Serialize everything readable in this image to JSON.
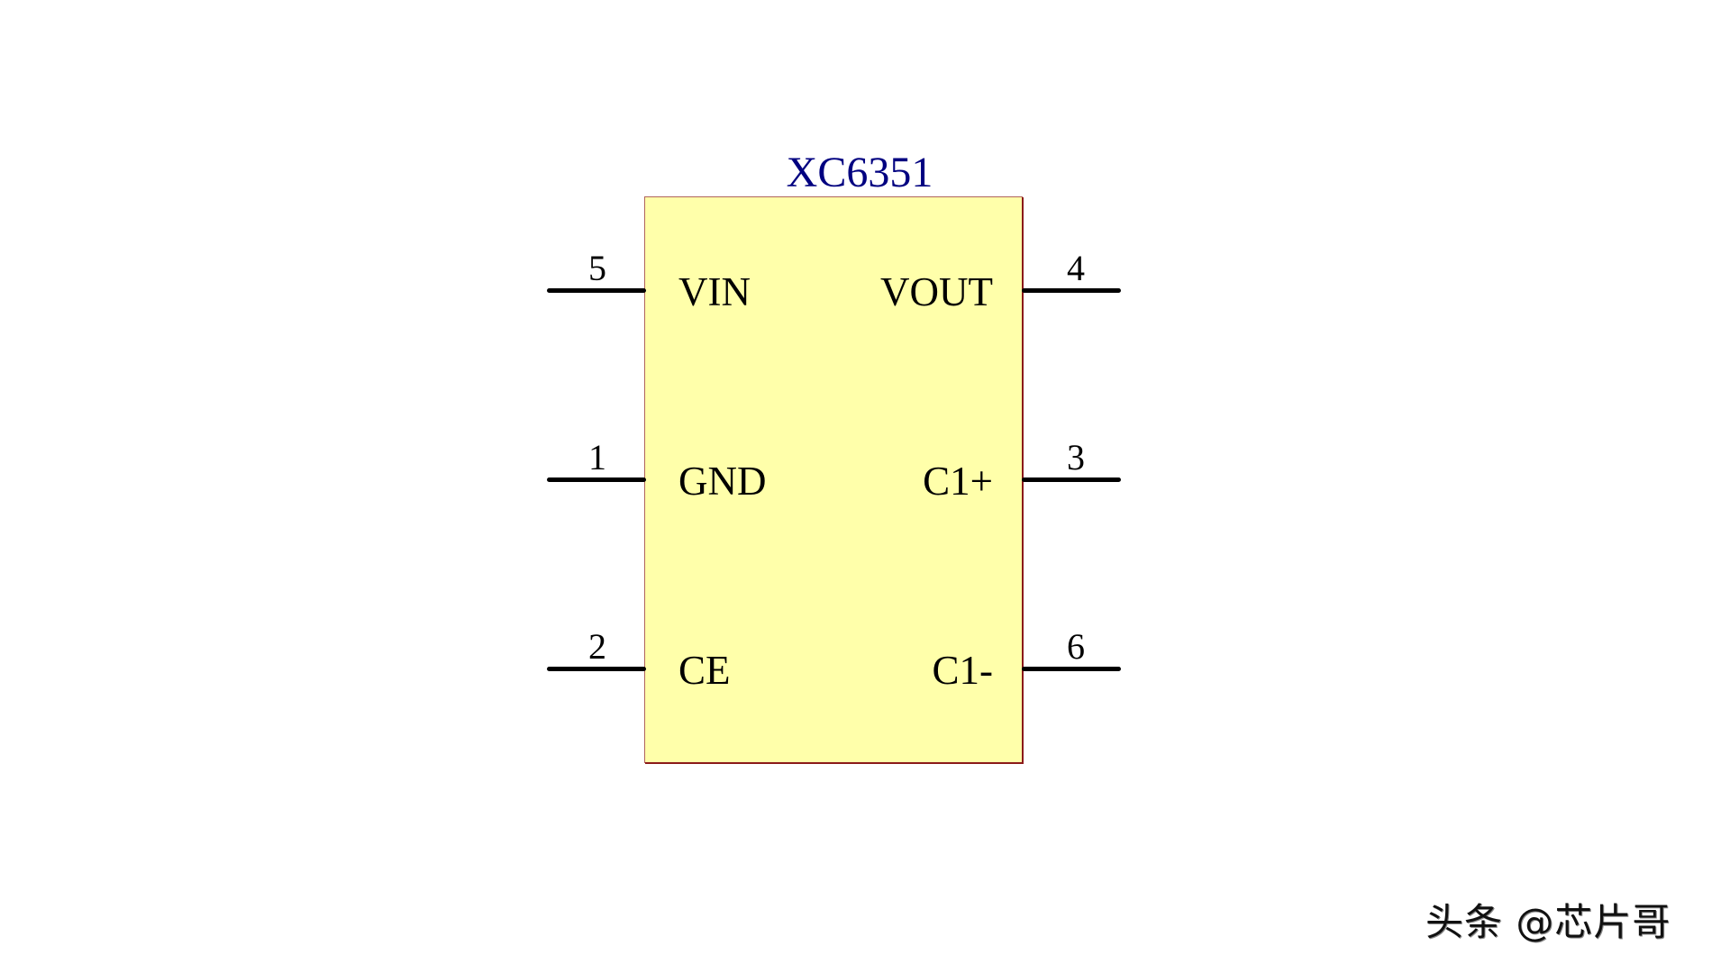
{
  "component": {
    "name": "XC6351",
    "title_color": "#000080",
    "body_fill": "#ffffaa",
    "body_border": "#8b1a1a"
  },
  "pins": {
    "left": [
      {
        "number": "5",
        "label": "VIN"
      },
      {
        "number": "1",
        "label": "GND"
      },
      {
        "number": "2",
        "label": "CE"
      }
    ],
    "right": [
      {
        "number": "4",
        "label": "VOUT"
      },
      {
        "number": "3",
        "label": "C1+"
      },
      {
        "number": "6",
        "label": "C1-"
      }
    ]
  },
  "watermark": {
    "text": "头条 @芯片哥"
  }
}
